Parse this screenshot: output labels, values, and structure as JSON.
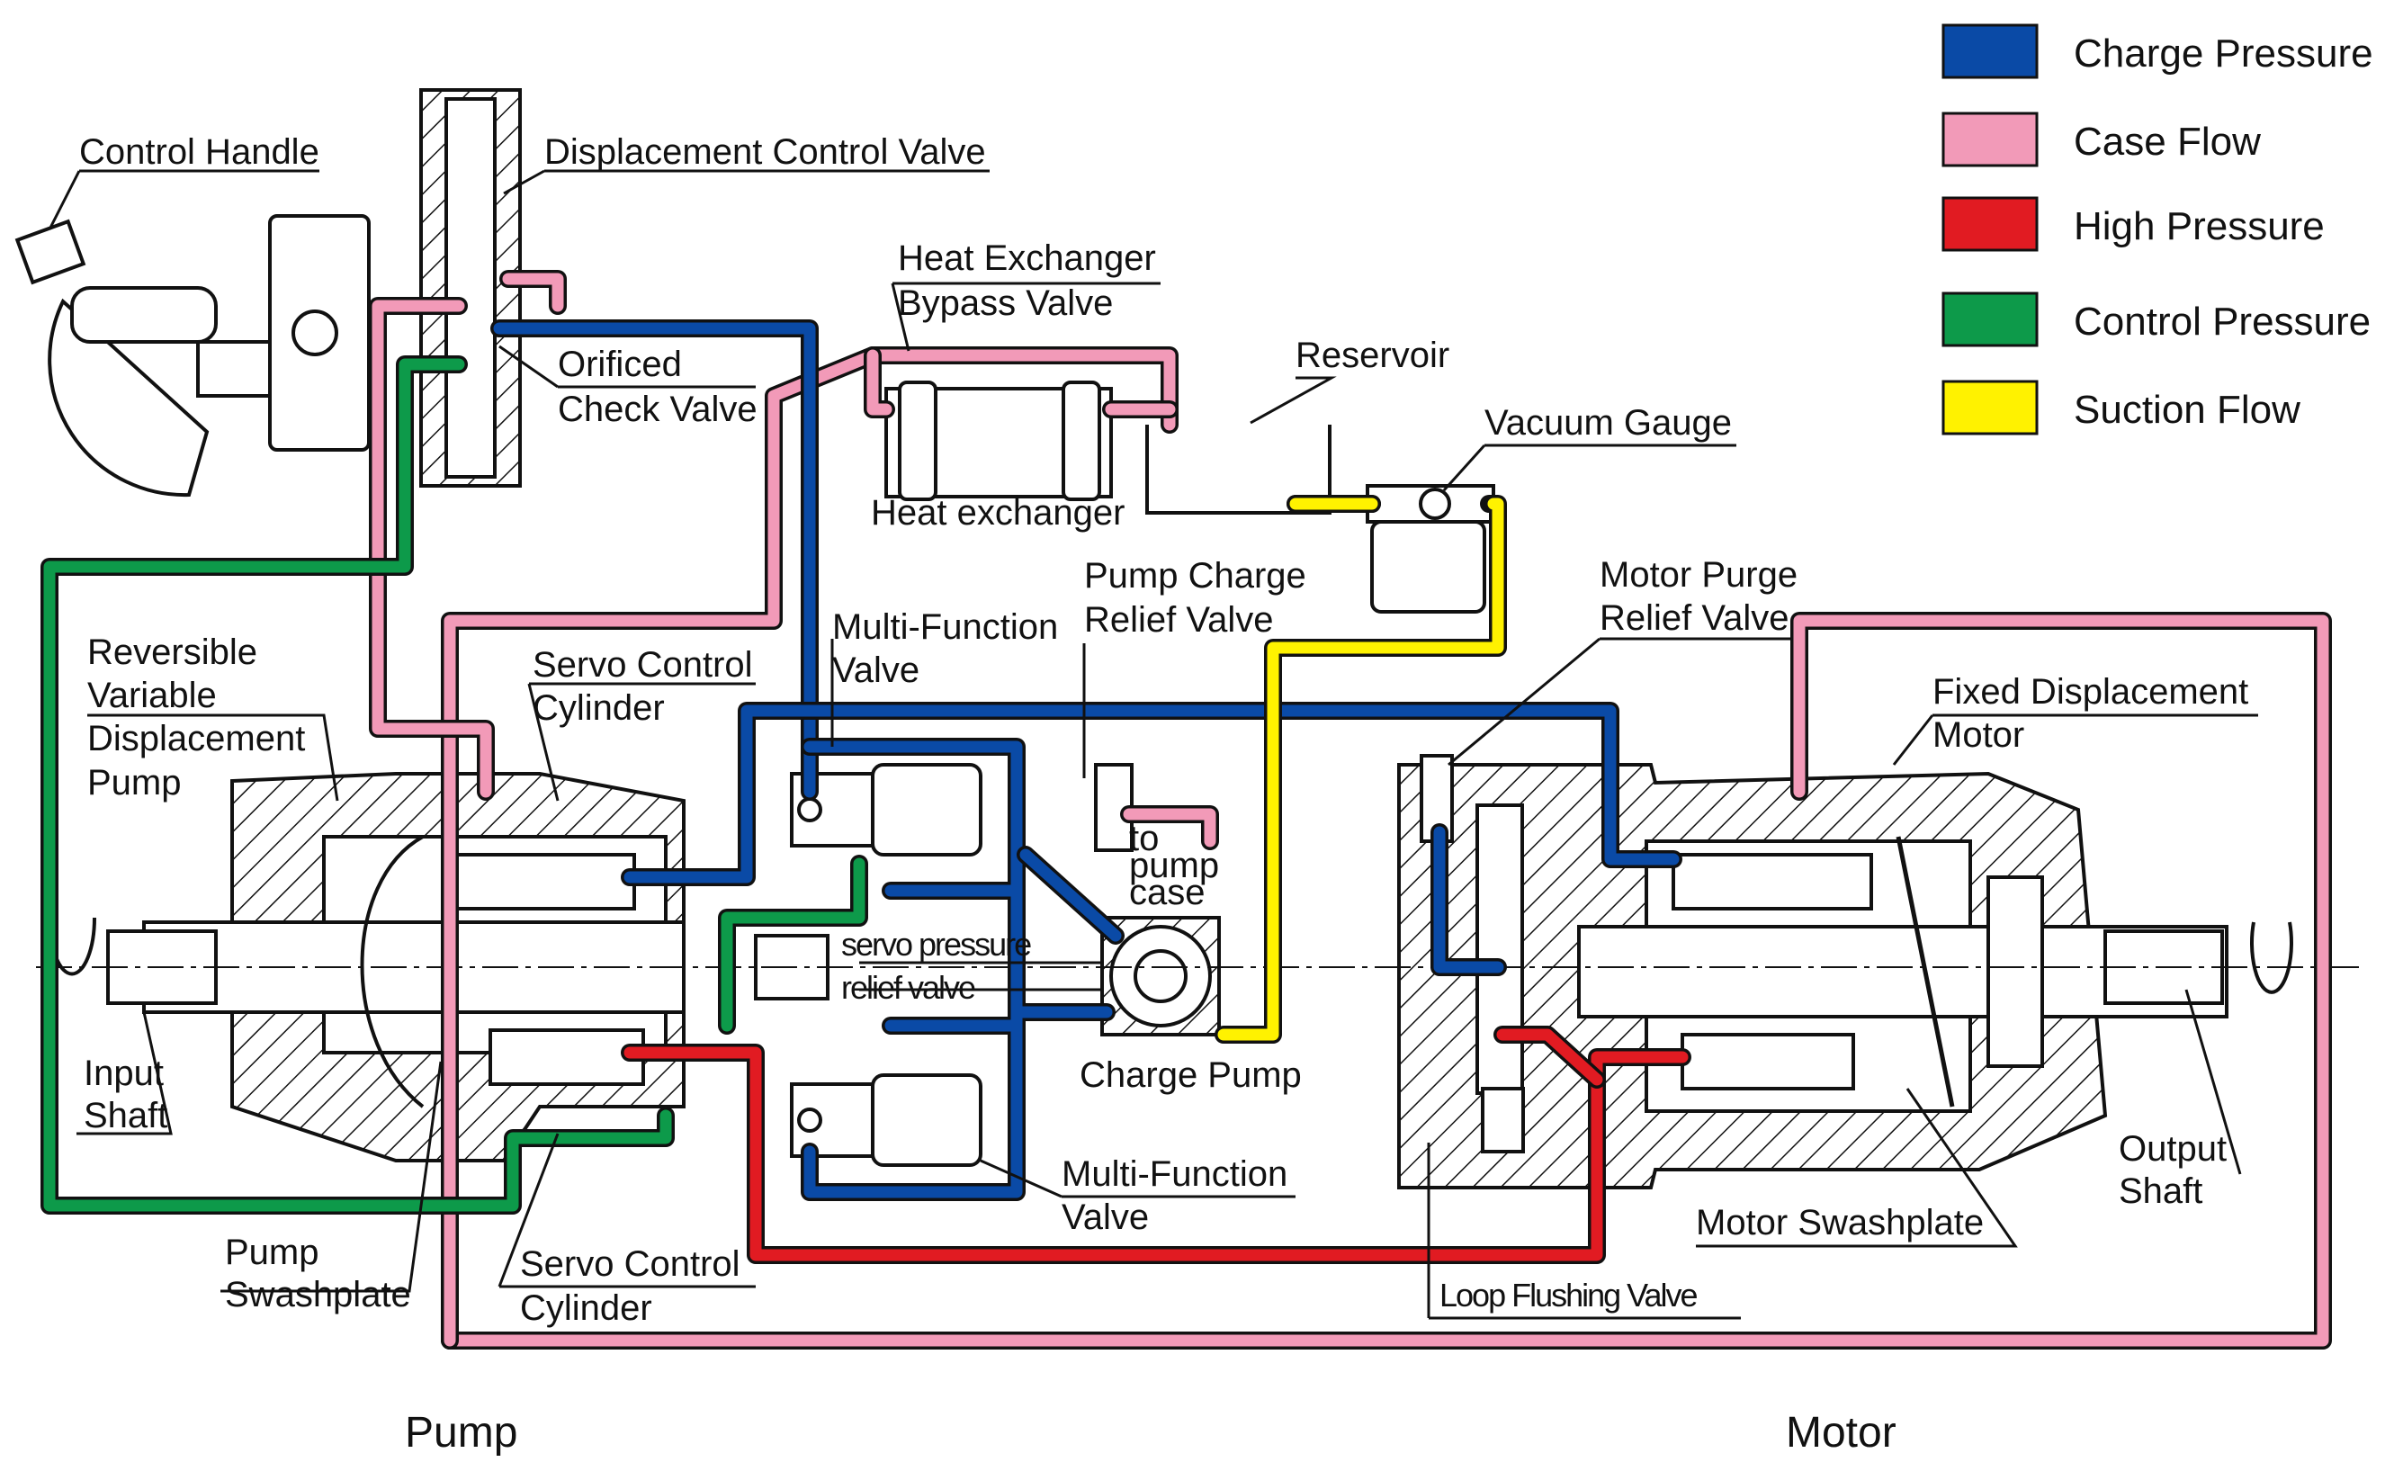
{
  "legend": [
    {
      "label": "Charge Pressure",
      "color": "#0a4aa6"
    },
    {
      "label": "Case Flow",
      "color": "#f29ab8"
    },
    {
      "label": "High Pressure",
      "color": "#e11b22"
    },
    {
      "label": "Control Pressure",
      "color": "#0d9a4a"
    },
    {
      "label": "Suction Flow",
      "color": "#fff200"
    }
  ],
  "colors": {
    "charge": "#0a4aa6",
    "case": "#f29ab8",
    "high": "#e11b22",
    "control": "#0d9a4a",
    "suction": "#fff200",
    "outline": "#111111"
  },
  "labels": {
    "control_handle": "Control Handle",
    "displacement_control_valve": "Displacement Control Valve",
    "heat_exchanger_bypass_1": "Heat Exchanger",
    "heat_exchanger_bypass_2": "Bypass Valve",
    "orificed_1": "Orificed",
    "orificed_2": "Check Valve",
    "reservoir": "Reservoir",
    "vacuum_gauge": "Vacuum Gauge",
    "heat_exchanger": "Heat exchanger",
    "pump_charge_1": "Pump Charge",
    "pump_charge_2": "Relief Valve",
    "motor_purge_1": "Motor Purge",
    "motor_purge_2": "Relief Valve",
    "mfv_top_1": "Multi-Function",
    "mfv_top_2": "Valve",
    "servo_top_1": "Servo Control",
    "servo_top_2": "Cylinder",
    "rvdp_1": "Reversible",
    "rvdp_2": "Variable",
    "rvdp_3": "Displacement",
    "rvdp_4": "Pump",
    "fixed_motor_1": "Fixed Displacement",
    "fixed_motor_2": "Motor",
    "to_pump_case_1": "to",
    "to_pump_case_2": "pump",
    "to_pump_case_3": "case",
    "servo_relief_1": "servo pressure",
    "servo_relief_2": "relief valve",
    "charge_pump": "Charge Pump",
    "input_shaft_1": "Input",
    "input_shaft_2": "Shaft",
    "output_shaft_1": "Output",
    "output_shaft_2": "Shaft",
    "mfv_bottom_1": "Multi-Function",
    "mfv_bottom_2": "Valve",
    "motor_swashplate": "Motor Swashplate",
    "pump_swashplate_1": "Pump",
    "pump_swashplate_2": "Swashplate",
    "servo_bottom_1": "Servo Control",
    "servo_bottom_2": "Cylinder",
    "loop_flushing": "Loop Flushing Valve",
    "section_pump": "Pump",
    "section_motor": "Motor"
  }
}
